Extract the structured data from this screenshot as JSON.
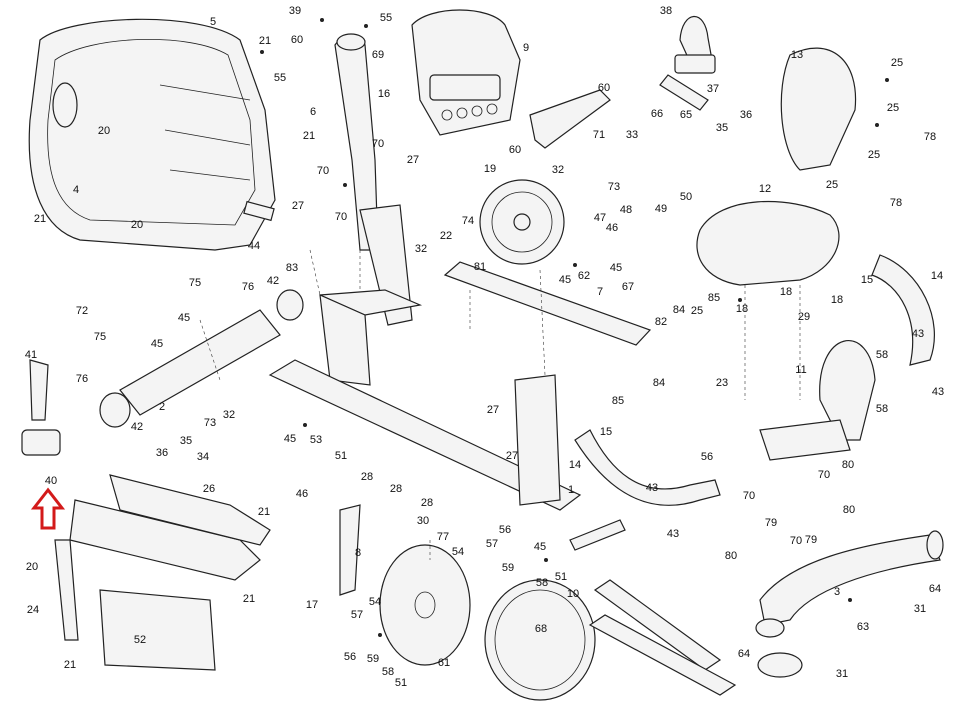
{
  "diagram": {
    "highlight_color": "#d31a1a",
    "callout_numbers": [
      "1",
      "2",
      "3",
      "4",
      "5",
      "6",
      "7",
      "8",
      "9",
      "10",
      "11",
      "12",
      "13",
      "14",
      "15",
      "16",
      "17",
      "18",
      "19",
      "20",
      "21",
      "22",
      "23",
      "24",
      "25",
      "26",
      "27",
      "28",
      "29",
      "30",
      "31",
      "32",
      "33",
      "34",
      "35",
      "36",
      "37",
      "38",
      "39",
      "40",
      "41",
      "42",
      "43",
      "44",
      "45",
      "46",
      "47",
      "48",
      "49",
      "50",
      "51",
      "52",
      "53",
      "54",
      "55",
      "56",
      "57",
      "58",
      "59",
      "60",
      "61",
      "62",
      "63",
      "64",
      "65",
      "66",
      "67",
      "68",
      "69",
      "70",
      "71",
      "72",
      "73",
      "74",
      "75",
      "76",
      "77",
      "78",
      "79",
      "80",
      "81",
      "82",
      "83",
      "84",
      "85"
    ],
    "labels": [
      {
        "id": "c5a",
        "text": "5"
      },
      {
        "id": "c21a",
        "text": "21"
      },
      {
        "id": "c20a",
        "text": "20"
      },
      {
        "id": "c4",
        "text": "4"
      },
      {
        "id": "c21b",
        "text": "21"
      },
      {
        "id": "c20b",
        "text": "20"
      },
      {
        "id": "c21c",
        "text": "21"
      },
      {
        "id": "c39",
        "text": "39"
      },
      {
        "id": "c60a",
        "text": "60"
      },
      {
        "id": "c55a",
        "text": "55"
      },
      {
        "id": "c55b",
        "text": "55"
      },
      {
        "id": "c69",
        "text": "69"
      },
      {
        "id": "c6",
        "text": "6"
      },
      {
        "id": "c16",
        "text": "16"
      },
      {
        "id": "c9",
        "text": "9"
      },
      {
        "id": "c60b",
        "text": "60"
      },
      {
        "id": "c71",
        "text": "71"
      },
      {
        "id": "c60c",
        "text": "60"
      },
      {
        "id": "c38",
        "text": "38"
      },
      {
        "id": "c37",
        "text": "37"
      },
      {
        "id": "c66",
        "text": "66"
      },
      {
        "id": "c35",
        "text": "35"
      },
      {
        "id": "c36a",
        "text": "36"
      },
      {
        "id": "c33",
        "text": "33"
      },
      {
        "id": "c13",
        "text": "13"
      },
      {
        "id": "c25a",
        "text": "25"
      },
      {
        "id": "c25b",
        "text": "25"
      },
      {
        "id": "c78a",
        "text": "78"
      },
      {
        "id": "c25c",
        "text": "25"
      },
      {
        "id": "c25d",
        "text": "25"
      },
      {
        "id": "c78b",
        "text": "78"
      },
      {
        "id": "c70a",
        "text": "70"
      },
      {
        "id": "c27a",
        "text": "27"
      },
      {
        "id": "c70b",
        "text": "70"
      },
      {
        "id": "c27b",
        "text": "27"
      },
      {
        "id": "c70c",
        "text": "70"
      },
      {
        "id": "c19",
        "text": "19"
      },
      {
        "id": "c32a",
        "text": "32"
      },
      {
        "id": "c73a",
        "text": "73"
      },
      {
        "id": "c12",
        "text": "12"
      },
      {
        "id": "c50",
        "text": "50"
      },
      {
        "id": "c47",
        "text": "47"
      },
      {
        "id": "c48",
        "text": "48"
      },
      {
        "id": "c49",
        "text": "49"
      },
      {
        "id": "c46a",
        "text": "46"
      },
      {
        "id": "c44",
        "text": "44"
      },
      {
        "id": "c83",
        "text": "83"
      },
      {
        "id": "c32b",
        "text": "32"
      },
      {
        "id": "c22",
        "text": "22"
      },
      {
        "id": "c74",
        "text": "74"
      },
      {
        "id": "c81",
        "text": "81"
      },
      {
        "id": "c62",
        "text": "62"
      },
      {
        "id": "c45a",
        "text": "45"
      },
      {
        "id": "c45b",
        "text": "45"
      },
      {
        "id": "c67",
        "text": "67"
      },
      {
        "id": "c14a",
        "text": "14"
      },
      {
        "id": "c15a",
        "text": "15"
      },
      {
        "id": "c75a",
        "text": "75"
      },
      {
        "id": "c76a",
        "text": "76"
      },
      {
        "id": "c42a",
        "text": "42"
      },
      {
        "id": "c45c",
        "text": "45"
      },
      {
        "id": "c7",
        "text": "7"
      },
      {
        "id": "c85a",
        "text": "85"
      },
      {
        "id": "c25e",
        "text": "25"
      },
      {
        "id": "c84a",
        "text": "84"
      },
      {
        "id": "c18a",
        "text": "18"
      },
      {
        "id": "c18b",
        "text": "18"
      },
      {
        "id": "c18c",
        "text": "18"
      },
      {
        "id": "c29",
        "text": "29"
      },
      {
        "id": "c72",
        "text": "72"
      },
      {
        "id": "c75b",
        "text": "75"
      },
      {
        "id": "c45d",
        "text": "45"
      },
      {
        "id": "c76b",
        "text": "76"
      },
      {
        "id": "c2",
        "text": "2"
      },
      {
        "id": "c42b",
        "text": "42"
      },
      {
        "id": "c32c",
        "text": "32"
      },
      {
        "id": "c73b",
        "text": "73"
      },
      {
        "id": "c36b",
        "text": "36"
      },
      {
        "id": "c35b",
        "text": "35"
      },
      {
        "id": "c34",
        "text": "34"
      },
      {
        "id": "c82",
        "text": "82"
      },
      {
        "id": "c84b",
        "text": "84"
      },
      {
        "id": "c23",
        "text": "23"
      },
      {
        "id": "c85b",
        "text": "85"
      },
      {
        "id": "c43a",
        "text": "43"
      },
      {
        "id": "c58a",
        "text": "58"
      },
      {
        "id": "c11",
        "text": "11"
      },
      {
        "id": "c43b",
        "text": "43"
      },
      {
        "id": "c58b",
        "text": "58"
      },
      {
        "id": "c41",
        "text": "41"
      },
      {
        "id": "c40",
        "text": "40"
      },
      {
        "id": "c45e",
        "text": "45"
      },
      {
        "id": "c53",
        "text": "53"
      },
      {
        "id": "c51a",
        "text": "51"
      },
      {
        "id": "c27c",
        "text": "27"
      },
      {
        "id": "c27d",
        "text": "27"
      },
      {
        "id": "c1",
        "text": "1"
      },
      {
        "id": "c15b",
        "text": "15"
      },
      {
        "id": "c14b",
        "text": "14"
      },
      {
        "id": "c43c",
        "text": "43"
      },
      {
        "id": "c43d",
        "text": "43"
      },
      {
        "id": "c56a",
        "text": "56"
      },
      {
        "id": "c79a",
        "text": "79"
      },
      {
        "id": "c80a",
        "text": "80"
      },
      {
        "id": "c70d",
        "text": "70"
      },
      {
        "id": "c79b",
        "text": "79"
      },
      {
        "id": "c70e",
        "text": "70"
      },
      {
        "id": "c80b",
        "text": "80"
      },
      {
        "id": "c70f",
        "text": "70"
      },
      {
        "id": "c80c",
        "text": "80"
      },
      {
        "id": "c46b",
        "text": "46"
      },
      {
        "id": "c28a",
        "text": "28"
      },
      {
        "id": "c28b",
        "text": "28"
      },
      {
        "id": "c28c",
        "text": "28"
      },
      {
        "id": "c30",
        "text": "30"
      },
      {
        "id": "c26",
        "text": "26"
      },
      {
        "id": "c21d",
        "text": "21"
      },
      {
        "id": "c20c",
        "text": "20"
      },
      {
        "id": "c24",
        "text": "24"
      },
      {
        "id": "c21e",
        "text": "21"
      },
      {
        "id": "c52",
        "text": "52"
      },
      {
        "id": "c21f",
        "text": "21"
      },
      {
        "id": "c8",
        "text": "8"
      },
      {
        "id": "c17",
        "text": "17"
      },
      {
        "id": "c77",
        "text": "77"
      },
      {
        "id": "c54a",
        "text": "54"
      },
      {
        "id": "c57a",
        "text": "57"
      },
      {
        "id": "c56b",
        "text": "56"
      },
      {
        "id": "c45f",
        "text": "45"
      },
      {
        "id": "c59",
        "text": "59"
      },
      {
        "id": "c58c",
        "text": "58"
      },
      {
        "id": "c51b",
        "text": "51"
      },
      {
        "id": "c54b",
        "text": "54"
      },
      {
        "id": "c57b",
        "text": "57"
      },
      {
        "id": "c56c",
        "text": "56"
      },
      {
        "id": "c59b",
        "text": "59"
      },
      {
        "id": "c58d",
        "text": "58"
      },
      {
        "id": "c51c",
        "text": "51"
      },
      {
        "id": "c61",
        "text": "61"
      },
      {
        "id": "c68",
        "text": "68"
      },
      {
        "id": "c10",
        "text": "10"
      },
      {
        "id": "c3",
        "text": "3"
      },
      {
        "id": "c63",
        "text": "63"
      },
      {
        "id": "c31a",
        "text": "31"
      },
      {
        "id": "c64a",
        "text": "64"
      },
      {
        "id": "c64b",
        "text": "64"
      },
      {
        "id": "c31b",
        "text": "31"
      },
      {
        "id": "c65",
        "text": "65"
      }
    ]
  }
}
